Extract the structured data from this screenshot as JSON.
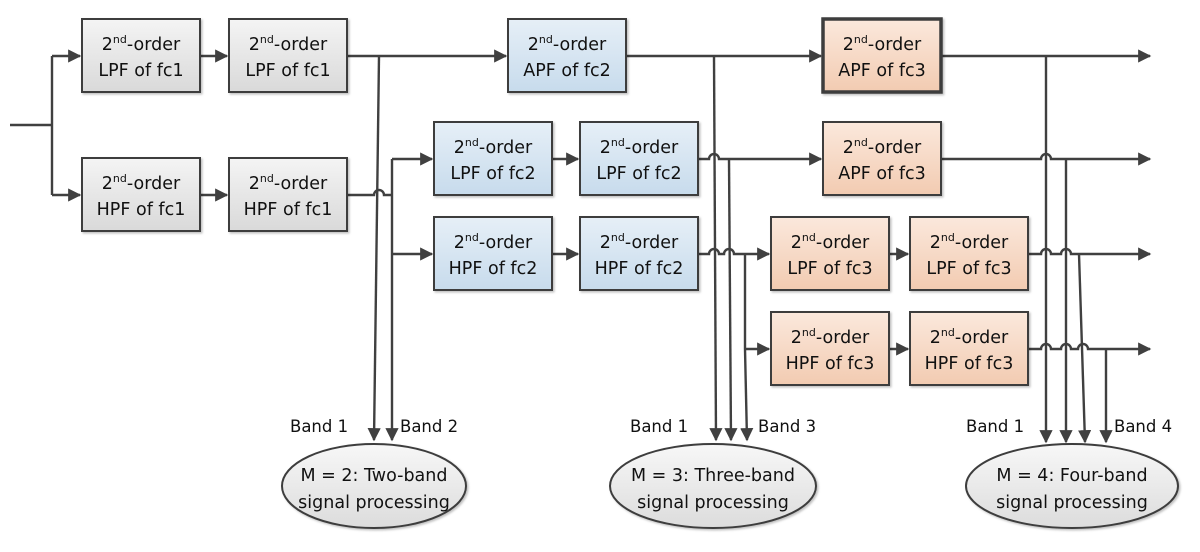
{
  "title": "Multi-band filter bank signal processing diagram",
  "colors": {
    "gray_stage": [
      "#f4f4f4",
      "#d9d9d9"
    ],
    "blue_stage": [
      "#e6eff7",
      "#c7dbec"
    ],
    "orange_stage": [
      "#fbe8dc",
      "#f2cbb1"
    ],
    "line": "#404040",
    "ellipse": [
      "#f7f7f7",
      "#dcdcdc"
    ]
  },
  "blocks": [
    {
      "id": "lpf1a",
      "line1": "2",
      "sup": "nd",
      "suffix": "-order",
      "line2": "LPF of fc1",
      "stage": "gray"
    },
    {
      "id": "lpf1b",
      "line1": "2",
      "sup": "nd",
      "suffix": "-order",
      "line2": "LPF of fc1",
      "stage": "gray"
    },
    {
      "id": "hpf1a",
      "line1": "2",
      "sup": "nd",
      "suffix": "-order",
      "line2": "HPF of fc1",
      "stage": "gray"
    },
    {
      "id": "hpf1b",
      "line1": "2",
      "sup": "nd",
      "suffix": "-order",
      "line2": "HPF of fc1",
      "stage": "gray"
    },
    {
      "id": "apf2",
      "line1": "2",
      "sup": "nd",
      "suffix": "-order",
      "line2": "APF of fc2",
      "stage": "blue"
    },
    {
      "id": "lpf2a",
      "line1": "2",
      "sup": "nd",
      "suffix": "-order",
      "line2": "LPF of fc2",
      "stage": "blue"
    },
    {
      "id": "lpf2b",
      "line1": "2",
      "sup": "nd",
      "suffix": "-order",
      "line2": "LPF of fc2",
      "stage": "blue"
    },
    {
      "id": "hpf2a",
      "line1": "2",
      "sup": "nd",
      "suffix": "-order",
      "line2": "HPF of fc2",
      "stage": "blue"
    },
    {
      "id": "hpf2b",
      "line1": "2",
      "sup": "nd",
      "suffix": "-order",
      "line2": "HPF of fc2",
      "stage": "blue"
    },
    {
      "id": "apf3a",
      "line1": "2",
      "sup": "nd",
      "suffix": "-order",
      "line2": "APF of fc3",
      "stage": "orange",
      "emphasized": true
    },
    {
      "id": "apf3b",
      "line1": "2",
      "sup": "nd",
      "suffix": "-order",
      "line2": "APF of fc3",
      "stage": "orange"
    },
    {
      "id": "lpf3a",
      "line1": "2",
      "sup": "nd",
      "suffix": "-order",
      "line2": "LPF of fc3",
      "stage": "orange"
    },
    {
      "id": "lpf3b",
      "line1": "2",
      "sup": "nd",
      "suffix": "-order",
      "line2": "LPF of fc3",
      "stage": "orange"
    },
    {
      "id": "hpf3a",
      "line1": "2",
      "sup": "nd",
      "suffix": "-order",
      "line2": "HPF of fc3",
      "stage": "orange"
    },
    {
      "id": "hpf3b",
      "line1": "2",
      "sup": "nd",
      "suffix": "-order",
      "line2": "HPF of fc3",
      "stage": "orange"
    }
  ],
  "outputs": [
    {
      "id": "m2",
      "band_first": "Band 1",
      "band_last": "Band 2",
      "line1": "M = 2: Two-band",
      "line2": "signal processing"
    },
    {
      "id": "m3",
      "band_first": "Band 1",
      "band_last": "Band 3",
      "line1": "M = 3: Three-band",
      "line2": "signal processing"
    },
    {
      "id": "m4",
      "band_first": "Band 1",
      "band_last": "Band 4",
      "line1": "M = 4: Four-band",
      "line2": "signal processing"
    }
  ]
}
